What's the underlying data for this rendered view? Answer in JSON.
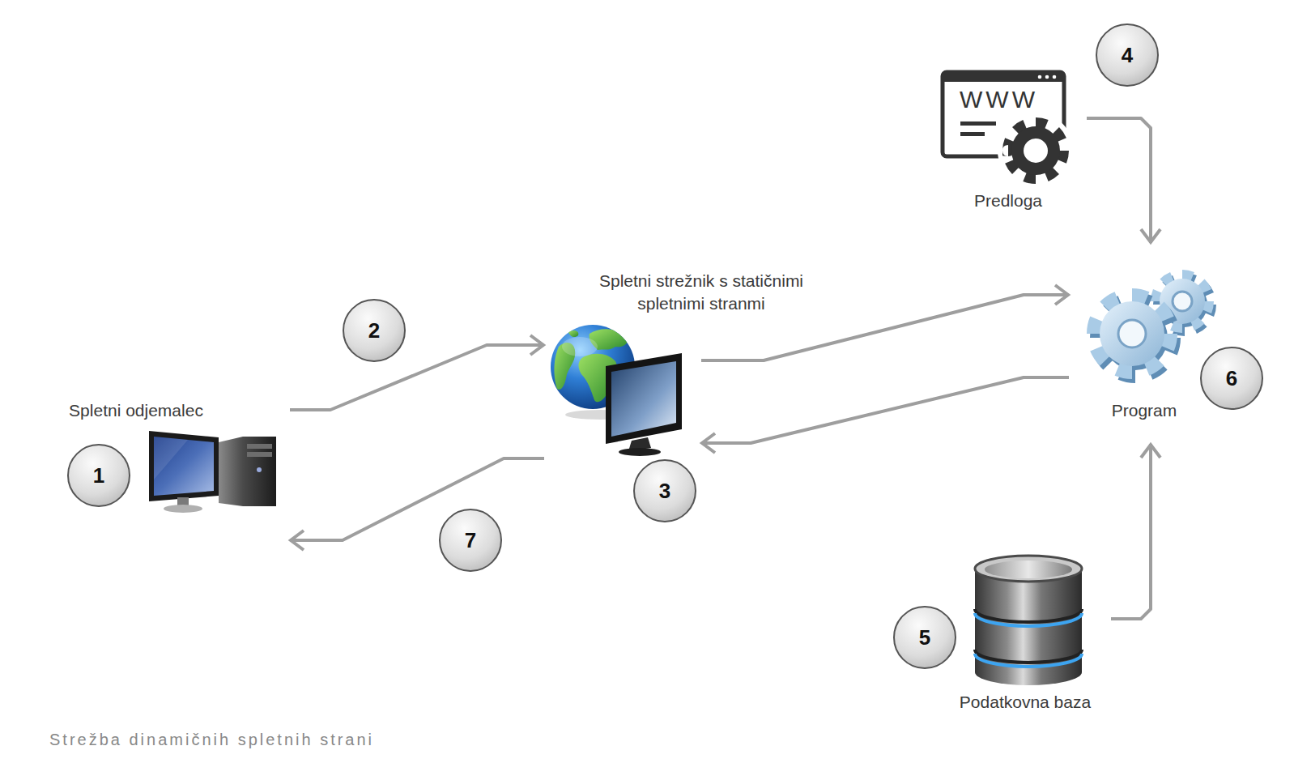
{
  "diagram": {
    "caption": "Strežba dinamičnih spletnih strani",
    "nodes": [
      {
        "text": [
          "Spletni odjemalec"
        ]
      },
      {
        "text": [
          "Spletni strežnik s statičnimi spletnimi stranmi"
        ]
      },
      {
        "text": [
          "Predloga"
        ]
      },
      {
        "text": [
          "Program"
        ]
      },
      {
        "text": [
          "Podatkovna baza"
        ]
      }
    ],
    "edges": [
      {
        "from": 0,
        "to": 1,
        "arrow": "to"
      },
      {
        "from": 1,
        "to": 3,
        "arrow": "to"
      },
      {
        "from": 3,
        "to": 1,
        "arrow": "to"
      },
      {
        "from": 1,
        "to": 0,
        "arrow": "to"
      },
      {
        "from": 2,
        "to": 3,
        "arrow": "to"
      },
      {
        "from": 4,
        "to": 3,
        "arrow": "to"
      }
    ],
    "labels": [
      "1",
      "2",
      "3",
      "4",
      "5",
      "6",
      "7",
      "WWW"
    ]
  }
}
